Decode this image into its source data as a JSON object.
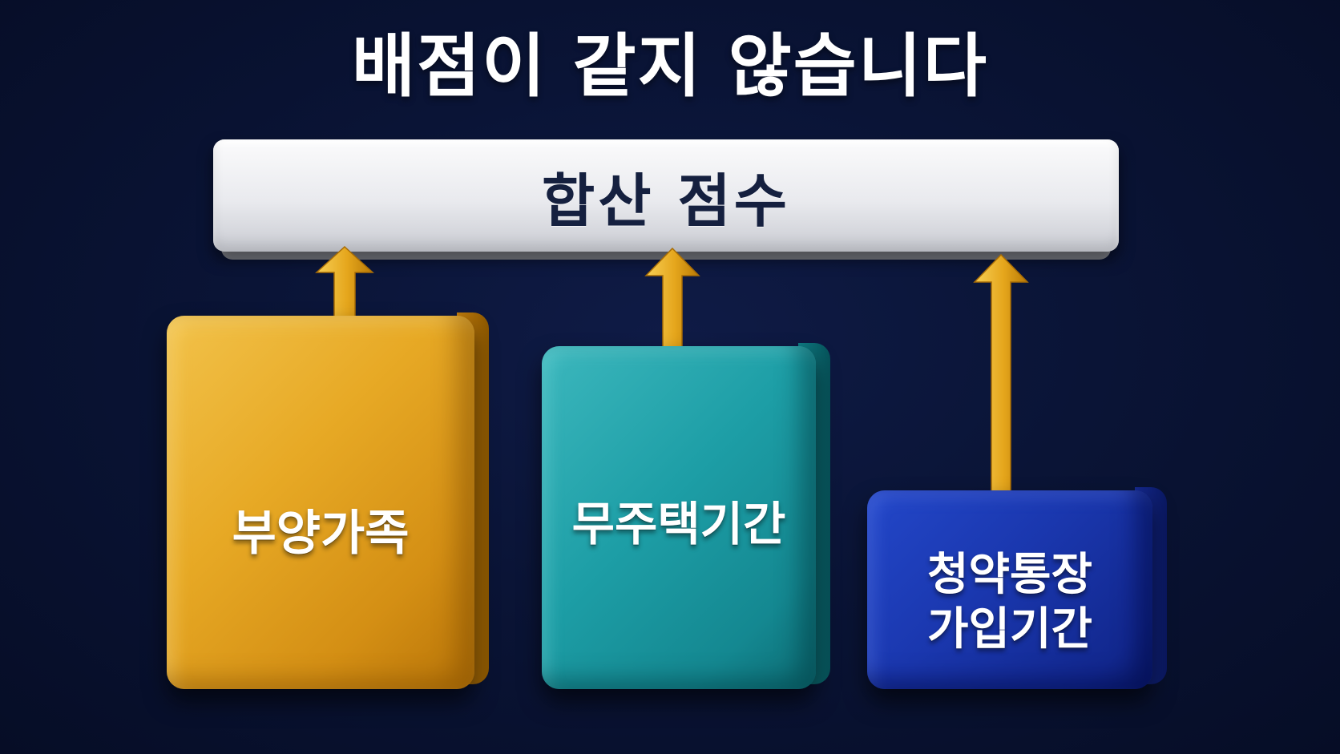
{
  "title": "배점이 같지 않습니다",
  "sum_bar": {
    "label": "합산 점수",
    "color": "#e9eaee"
  },
  "blocks": [
    {
      "label": "부양가족",
      "color": "#e7a925"
    },
    {
      "label": "무주택기간",
      "color": "#1d9ea6"
    },
    {
      "label": "청약통장\n가입기간",
      "color": "#1a37ae"
    }
  ],
  "arrow_color": "#e9ab1e",
  "background_color": "#0a1436"
}
